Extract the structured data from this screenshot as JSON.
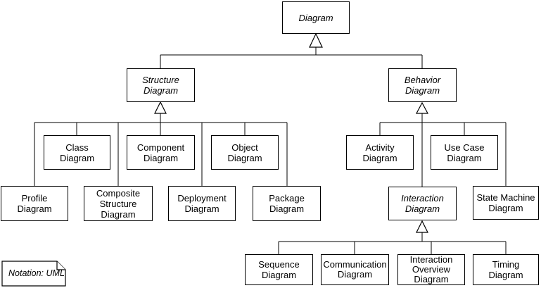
{
  "title": "UML diagram type taxonomy",
  "notation_note": {
    "label": "Notation: UML"
  },
  "colors": {
    "line": "#000000",
    "background": "#ffffff",
    "text": "#000000"
  },
  "nodes": {
    "diagram": {
      "label": "Diagram",
      "abstract": true
    },
    "structure_diagram": {
      "label": "Structure\nDiagram",
      "abstract": true
    },
    "behavior_diagram": {
      "label": "Behavior\nDiagram",
      "abstract": true
    },
    "class_diagram": {
      "label": "Class\nDiagram",
      "abstract": false
    },
    "component_diagram": {
      "label": "Component\nDiagram",
      "abstract": false
    },
    "object_diagram": {
      "label": "Object\nDiagram",
      "abstract": false
    },
    "profile_diagram": {
      "label": "Profile\nDiagram",
      "abstract": false
    },
    "composite_structure_diagram": {
      "label": "Composite\nStructure\nDiagram",
      "abstract": false
    },
    "deployment_diagram": {
      "label": "Deployment\nDiagram",
      "abstract": false
    },
    "package_diagram": {
      "label": "Package\nDiagram",
      "abstract": false
    },
    "activity_diagram": {
      "label": "Activity\nDiagram",
      "abstract": false
    },
    "use_case_diagram": {
      "label": "Use Case\nDiagram",
      "abstract": false
    },
    "interaction_diagram": {
      "label": "Interaction\nDiagram",
      "abstract": true
    },
    "state_machine_diagram": {
      "label": "State Machine\nDiagram",
      "abstract": false
    },
    "sequence_diagram": {
      "label": "Sequence\nDiagram",
      "abstract": false
    },
    "communication_diagram": {
      "label": "Communication\nDiagram",
      "abstract": false
    },
    "interaction_overview_diagram": {
      "label": "Interaction\nOverview\nDiagram",
      "abstract": false
    },
    "timing_diagram": {
      "label": "Timing\nDiagram",
      "abstract": false
    }
  },
  "hierarchy": {
    "root": "Diagram",
    "edges": [
      {
        "parent": "Diagram",
        "children": [
          "Structure Diagram",
          "Behavior Diagram"
        ]
      },
      {
        "parent": "Structure Diagram",
        "children": [
          "Profile Diagram",
          "Class Diagram",
          "Composite Structure Diagram",
          "Component Diagram",
          "Deployment Diagram",
          "Object Diagram",
          "Package Diagram"
        ]
      },
      {
        "parent": "Behavior Diagram",
        "children": [
          "Activity Diagram",
          "Use Case Diagram",
          "Interaction Diagram",
          "State Machine Diagram"
        ]
      },
      {
        "parent": "Interaction Diagram",
        "children": [
          "Sequence Diagram",
          "Communication Diagram",
          "Interaction Overview Diagram",
          "Timing Diagram"
        ]
      }
    ],
    "relationship_type": "generalization"
  }
}
